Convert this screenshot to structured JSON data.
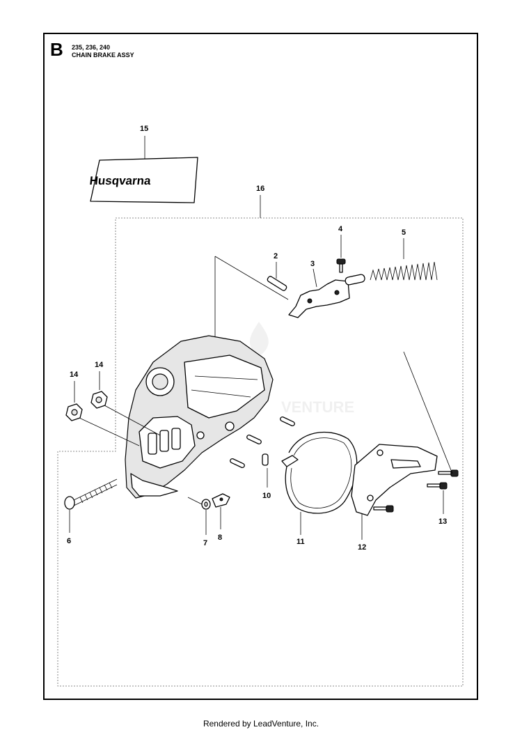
{
  "section_letter": "B",
  "models": "235, 236, 240",
  "assembly_title": "CHAIN BRAKE ASSY",
  "decal_brand": "Husqvarna",
  "watermark": "VENTURE",
  "callouts": [
    "15",
    "16",
    "4",
    "5",
    "2",
    "3",
    "14",
    "14",
    "6",
    "7",
    "8",
    "10",
    "11",
    "12",
    "13"
  ],
  "footer": "Rendered by LeadVenture, Inc."
}
